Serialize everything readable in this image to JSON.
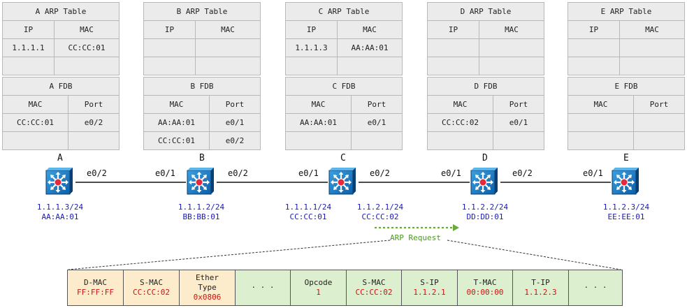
{
  "arp_tables": [
    {
      "id": "a",
      "title": "A ARP Table",
      "headers": [
        "IP",
        "MAC"
      ],
      "rows": [
        [
          "1.1.1.1",
          "CC:CC:01"
        ],
        [
          "",
          ""
        ]
      ]
    },
    {
      "id": "b",
      "title": "B ARP Table",
      "headers": [
        "IP",
        "MAC"
      ],
      "rows": [
        [
          "",
          ""
        ],
        [
          "",
          ""
        ]
      ]
    },
    {
      "id": "c",
      "title": "C ARP Table",
      "headers": [
        "IP",
        "MAC"
      ],
      "rows": [
        [
          "1.1.1.3",
          "AA:AA:01"
        ],
        [
          "",
          ""
        ]
      ]
    },
    {
      "id": "d",
      "title": "D ARP Table",
      "headers": [
        "IP",
        "MAC"
      ],
      "rows": [
        [
          "",
          ""
        ],
        [
          "",
          ""
        ]
      ]
    },
    {
      "id": "e",
      "title": "E ARP Table",
      "headers": [
        "IP",
        "MAC"
      ],
      "rows": [
        [
          "",
          ""
        ],
        [
          "",
          ""
        ]
      ]
    }
  ],
  "fdb_tables": [
    {
      "id": "a",
      "title": "A FDB",
      "headers": [
        "MAC",
        "Port"
      ],
      "rows": [
        [
          "CC:CC:01",
          "e0/2"
        ],
        [
          "",
          ""
        ]
      ]
    },
    {
      "id": "b",
      "title": "B FDB",
      "headers": [
        "MAC",
        "Port"
      ],
      "rows": [
        [
          "AA:AA:01",
          "e0/1"
        ],
        [
          "CC:CC:01",
          "e0/2"
        ]
      ]
    },
    {
      "id": "c",
      "title": "C FDB",
      "headers": [
        "MAC",
        "Port"
      ],
      "rows": [
        [
          "AA:AA:01",
          "e0/1"
        ],
        [
          "",
          ""
        ]
      ]
    },
    {
      "id": "d",
      "title": "D FDB",
      "headers": [
        "MAC",
        "Port"
      ],
      "rows": [
        [
          "CC:CC:02",
          "e0/1"
        ],
        [
          "",
          ""
        ]
      ]
    },
    {
      "id": "e",
      "title": "E FDB",
      "headers": [
        "MAC",
        "Port"
      ],
      "rows": [
        [
          "",
          ""
        ],
        [
          "",
          ""
        ]
      ]
    }
  ],
  "nodes": {
    "a": {
      "name": "A",
      "addr1": "1.1.1.3/24",
      "addr2": "AA:AA:01"
    },
    "b": {
      "name": "B",
      "addr1": "1.1.1.2/24",
      "addr2": "BB:BB:01"
    },
    "c": {
      "name": "C",
      "addr_left1": "1.1.1.1/24",
      "addr_left2": "CC:CC:01",
      "addr_right1": "1.1.2.1/24",
      "addr_right2": "CC:CC:02"
    },
    "d": {
      "name": "D",
      "addr1": "1.1.2.2/24",
      "addr2": "DD:DD:01"
    },
    "e": {
      "name": "E",
      "addr1": "1.1.2.3/24",
      "addr2": "EE:EE:01"
    }
  },
  "ports": {
    "a_right": "e0/2",
    "b_left": "e0/1",
    "b_right": "e0/2",
    "c_left": "e0/1",
    "c_right": "e0/2",
    "d_left": "e0/1",
    "d_right": "e0/2",
    "e_left": "e0/1"
  },
  "arp_request_label": "ARP Request",
  "packet": {
    "dmac": {
      "name": "D-MAC",
      "value": "FF:FF:FF"
    },
    "smac1": {
      "name": "S-MAC",
      "value": "CC:CC:02"
    },
    "ethertype": {
      "name1": "Ether",
      "name2": "Type",
      "value": "0x0806"
    },
    "dots1": "· · ·",
    "opcode": {
      "name": "Opcode",
      "value": "1"
    },
    "smac2": {
      "name": "S-MAC",
      "value": "CC:CC:02"
    },
    "sip": {
      "name": "S-IP",
      "value": "1.1.2.1"
    },
    "tmac": {
      "name": "T-MAC",
      "value": "00:00:00"
    },
    "tip": {
      "name": "T-IP",
      "value": "1.1.2.3"
    },
    "dots2": "· · ·"
  },
  "colors": {
    "link": "#111111",
    "address": "#1a1ab8",
    "arp_request": "#6aaa3a",
    "packet_header": "#fdeccb",
    "packet_payload": "#dcefcf",
    "value_red": "#d01010"
  }
}
